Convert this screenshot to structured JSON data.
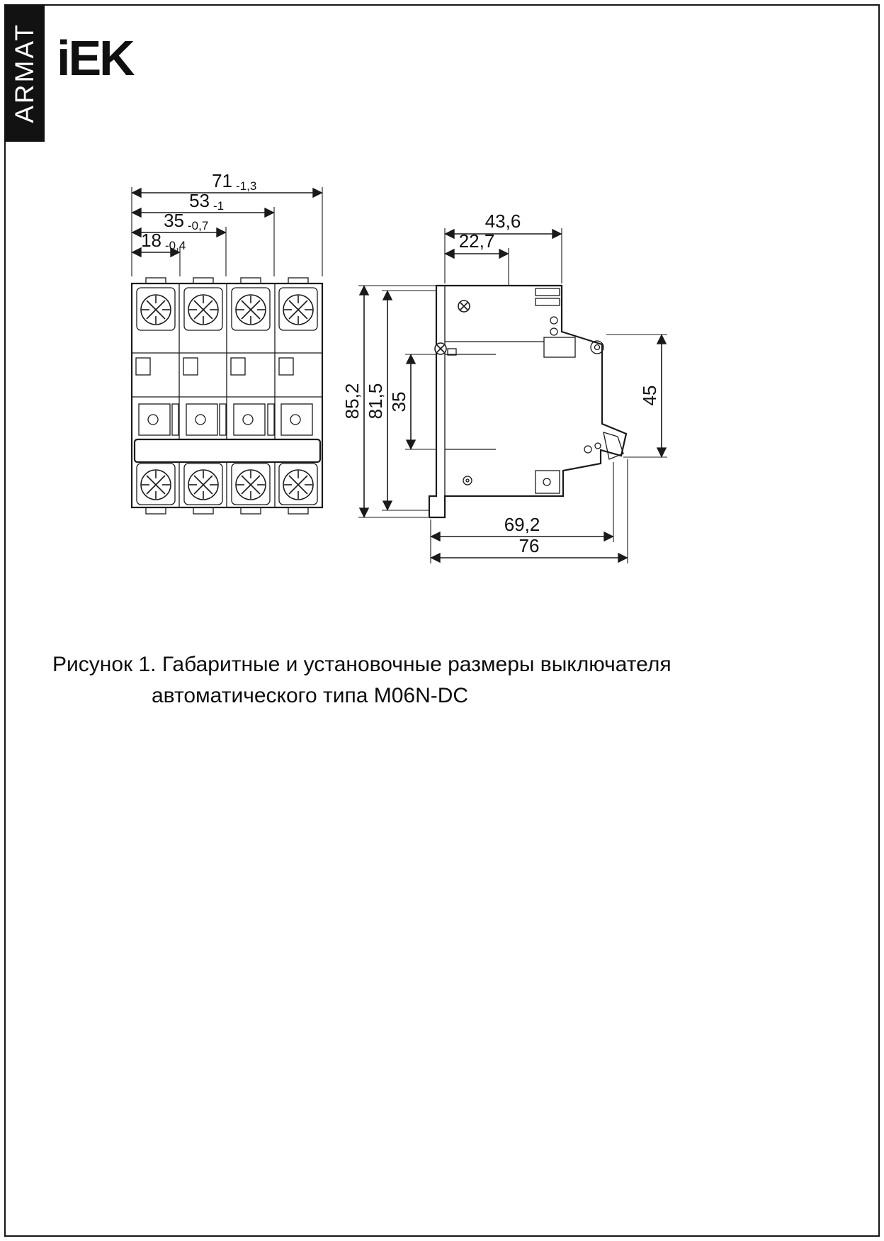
{
  "brand": {
    "vertical_label": "ARMAT",
    "logo_text": "iEK"
  },
  "front_view": {
    "dims": [
      {
        "value": "71",
        "tol": "-1,3"
      },
      {
        "value": "53",
        "tol": "-1"
      },
      {
        "value": "35",
        "tol": "-0,7"
      },
      {
        "value": "18",
        "tol": "-0,4"
      }
    ]
  },
  "side_view": {
    "width_total": "43,6",
    "width_inner": "22,7",
    "height_total": "85,2",
    "height_inner": "81,5",
    "height_window": "35",
    "height_front": "45",
    "depth_body": "69,2",
    "depth_total": "76"
  },
  "caption": {
    "line1": "Рисунок 1. Габаритные и установочные размеры выключателя",
    "line2": "автоматического типа M06N-DC"
  }
}
